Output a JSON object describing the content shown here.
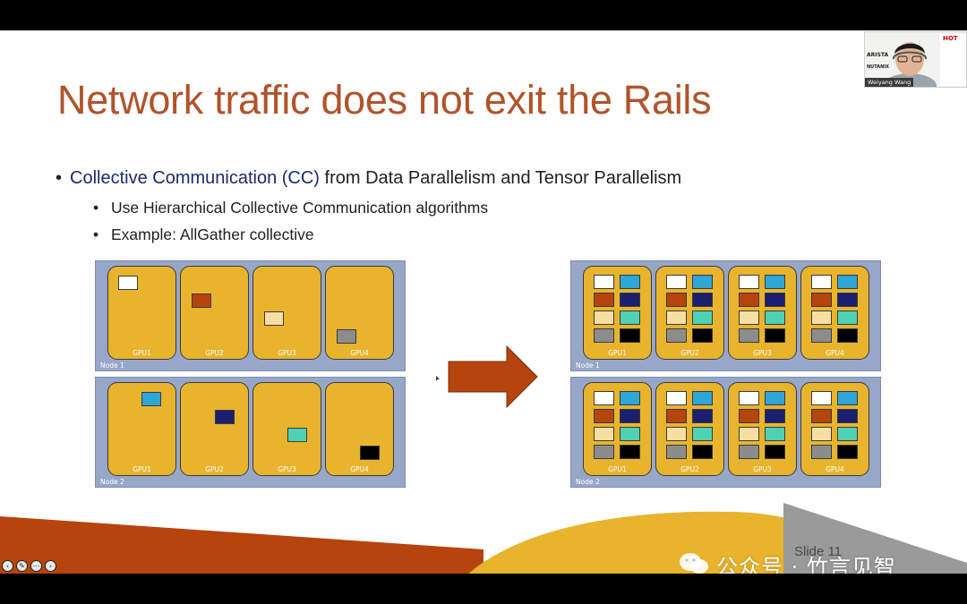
{
  "slide": {
    "title": "Network traffic does not exit the Rails",
    "bullet": {
      "highlight": "Collective Communication (CC)",
      "rest": " from Data Parallelism and Tensor Parallelism"
    },
    "sub_bullets": [
      "Use Hierarchical Collective Communication algorithms",
      "Example: AllGather collective"
    ],
    "slide_number": "Slide 11"
  },
  "diagram": {
    "before": {
      "nodes": [
        {
          "label": "Node 1",
          "gpus": [
            "GPU1",
            "GPU2",
            "GPU3",
            "GPU4"
          ]
        },
        {
          "label": "Node 2",
          "gpus": [
            "GPU1",
            "GPU2",
            "GPU3",
            "GPU4"
          ]
        }
      ]
    },
    "after": {
      "nodes": [
        {
          "label": "Node 1",
          "gpus": [
            "GPU1",
            "GPU2",
            "GPU3",
            "GPU4"
          ]
        },
        {
          "label": "Node 2",
          "gpus": [
            "GPU1",
            "GPU2",
            "GPU3",
            "GPU4"
          ]
        }
      ]
    },
    "chunk_colors": {
      "node1": [
        "#ffffff",
        "#b5440d",
        "#f7dfa4",
        "#8c8c8c"
      ],
      "node2": [
        "#2ea6d8",
        "#1a1f6e",
        "#4fd1b4",
        "#000000"
      ]
    },
    "arrow_color": "#b5440d",
    "gpu_color": "#e8b42e",
    "node_color": "#97a7c8"
  },
  "watermark": "公众号 · 竹言见智",
  "video": {
    "speaker_name": "Weiyang Wang",
    "sponsors": [
      "HOT",
      "ARISTA",
      "NUTANIX"
    ]
  },
  "controls": [
    "prev-icon",
    "pen-icon",
    "more-icon",
    "next-icon"
  ]
}
